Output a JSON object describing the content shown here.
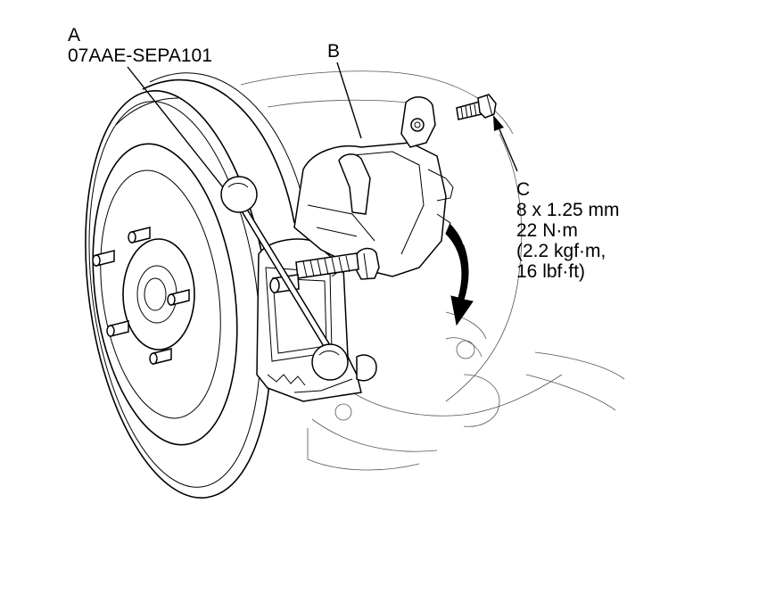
{
  "callouts": {
    "a": {
      "letter": "A",
      "part_number": "07AAE-SEPA101"
    },
    "b": {
      "letter": "B"
    },
    "c": {
      "letter": "C",
      "size": "8 x 1.25 mm",
      "torque_nm": "22 N·m",
      "torque_kgfm": "(2.2 kgf·m,",
      "torque_lbfft": "16 lbf·ft)"
    }
  },
  "colors": {
    "line": "#000000",
    "background": "#ffffff"
  },
  "icons": [
    "rotation-arrow-icon",
    "bolt-icon"
  ]
}
